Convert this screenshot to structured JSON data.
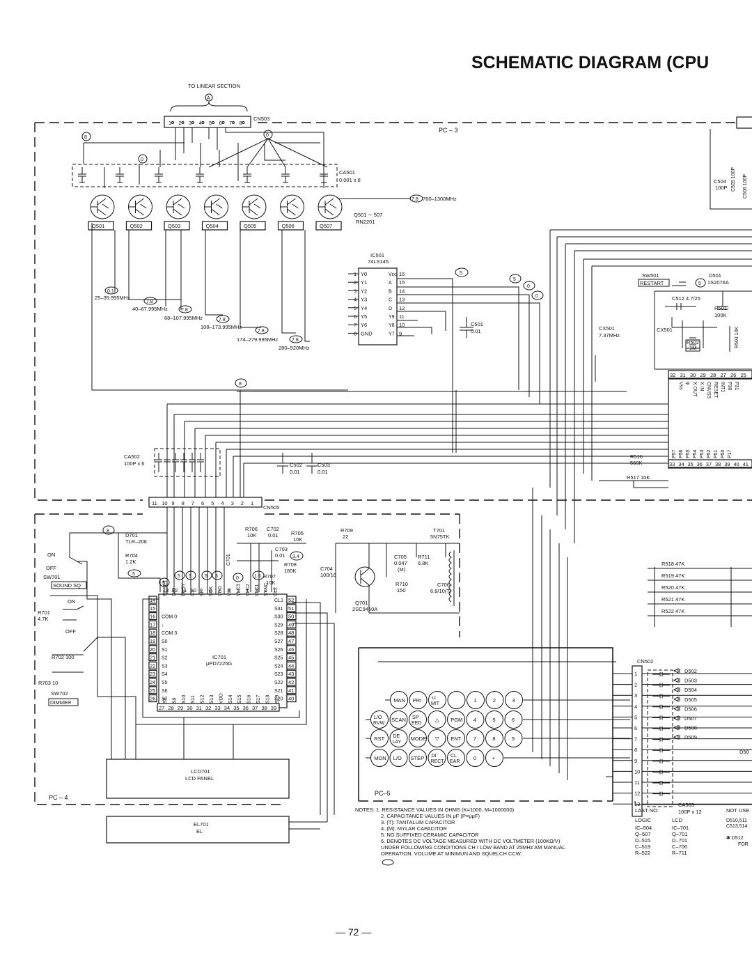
{
  "title": "SCHEMATIC DIAGRAM (CPU",
  "page_number": "— 72 —",
  "to_linear": "TO LINEAR SECTION",
  "boards": {
    "pc3": "PC – 3",
    "pc4": "PC – 4",
    "pc5": "PC–5"
  },
  "connectors": {
    "cn503": "CN503",
    "cn505": "CN505",
    "cn502": "CN502"
  },
  "bubbles": {
    "a": "A",
    "b8": "8",
    "b0": "0",
    "b5": "5",
    "b78": "7.8",
    "b01": "0.1",
    "b34": "3.4",
    "b16": "1.6"
  },
  "ca501": [
    "CA501",
    "0.001 x 8"
  ],
  "transistors": [
    "Q501",
    "Q502",
    "Q503",
    "Q504",
    "Q505",
    "Q506",
    "Q507"
  ],
  "q_type": [
    "Q501 ∼ 507",
    "RN2201"
  ],
  "freq_main": "760–1300MHz",
  "freqs": [
    "25–39.995MHz",
    "40–67.995MHz",
    "68–107.995MHz",
    "108–173.995MHz",
    "174–279.995MHz",
    "280–520MHz"
  ],
  "ic501": {
    "name": "IC501",
    "part": "74LS145",
    "left_pins": [
      "1",
      "2",
      "3",
      "4",
      "5",
      "6",
      "7",
      "8"
    ],
    "left_labels": [
      "Y0",
      "Y1",
      "Y2",
      "Y3",
      "Y4",
      "Y5",
      "Y6",
      "GND"
    ],
    "right_pins": [
      "16",
      "15",
      "14",
      "13",
      "12",
      "11",
      "10",
      "9"
    ],
    "right_labels": [
      "Vcc",
      "A",
      "B",
      "C",
      "D",
      "Y9",
      "Y8",
      "Y7"
    ]
  },
  "c501": [
    "C501",
    "0.01"
  ],
  "c504": [
    "C504",
    "100P"
  ],
  "c505": "C505 100P",
  "c506": "C506 100P",
  "sw501": [
    "SW501",
    "RESTART"
  ],
  "d501": [
    "D501",
    "1S2076A"
  ],
  "c512": "C512 4.7/25",
  "r501": [
    "R501",
    "100K"
  ],
  "cx501": [
    "CX501",
    "7.37MHz"
  ],
  "cx501b": "CX501",
  "r502": [
    "R502",
    "1M"
  ],
  "r503": "R503 10K",
  "cpu_top_pins": [
    "32",
    "31",
    "30",
    "29",
    "28",
    "27",
    "26",
    "25"
  ],
  "cpu_top_labels": [
    "Vss",
    "φ",
    "X OUT",
    "X IN",
    "CNVSS",
    "RESET",
    "INT1",
    "P30",
    "P31"
  ],
  "cpu_bot_labels": [
    "P57",
    "P56",
    "P55",
    "P54",
    "P53",
    "P52",
    "P51",
    "P50",
    "P17"
  ],
  "cpu_bot_pins": [
    "33",
    "34",
    "35",
    "36",
    "37",
    "38",
    "39",
    "40",
    "41"
  ],
  "r516": [
    "R516",
    "560K"
  ],
  "r517": "R517 10K",
  "ca502": [
    "CA502",
    "100P x 6"
  ],
  "c502": [
    "C502",
    "0.01"
  ],
  "c503": [
    "C503",
    "0.01"
  ],
  "cn503_pins": [
    "1",
    "2",
    "3",
    "4",
    "5",
    "6",
    "7",
    "8"
  ],
  "cn505_pins": [
    "11",
    "10",
    "9",
    "8",
    "7",
    "6",
    "5",
    "4",
    "3",
    "2",
    "1"
  ],
  "d701": [
    "D701",
    "TLR–208"
  ],
  "r704": [
    "R704",
    "1.2K"
  ],
  "on": "ON",
  "off": "OFF",
  "sw701": [
    "SW701",
    "SOUND SQ"
  ],
  "r701": [
    "R701",
    "4.7K"
  ],
  "r702": "R702 100",
  "r703": "R703 10",
  "sw702": [
    "SW702",
    "DIMMER"
  ],
  "r706": [
    "R706",
    "10K"
  ],
  "c702": [
    "C702",
    "0.01"
  ],
  "r705": [
    "R705",
    "10K"
  ],
  "c703": [
    "C703",
    "0.01"
  ],
  "r708": [
    "R708",
    "180K"
  ],
  "r707": [
    "R707",
    "10K"
  ],
  "c701": "C701",
  "ic701": {
    "name": "IC701",
    "part": "μPD7225G",
    "top_pins": [
      "13",
      "12",
      "11",
      "10",
      "9",
      "8",
      "7",
      "6",
      "5",
      "4",
      "3",
      "2",
      "1"
    ],
    "top_labels": [
      "RESET",
      "C/D",
      "BUSY",
      "CS",
      "SI",
      "SCK",
      "VDD",
      "Vss",
      "VLC3",
      "VLC2",
      "VLC1",
      "SYNC",
      "CL2"
    ],
    "left_pins": [
      "14",
      "15",
      "16",
      "17",
      "18",
      "19",
      "20",
      "21",
      "22",
      "23",
      "24",
      "25",
      "26"
    ],
    "left_labels": [
      "",
      "",
      "COM 0",
      "↓",
      "COM 3",
      "S0",
      "S1",
      "S2",
      "S3",
      "S4",
      "S5",
      "S6",
      "S7"
    ],
    "right_pins": [
      "52",
      "51",
      "50",
      "49",
      "48",
      "47",
      "46",
      "45",
      "44",
      "43",
      "42",
      "41",
      "40"
    ],
    "right_labels": [
      "CL1",
      "S31",
      "S30",
      "S29",
      "S28",
      "S27",
      "S26",
      "S25",
      "S24",
      "S23",
      "S22",
      "S21",
      "S20"
    ],
    "bottom_pins": [
      "27",
      "28",
      "29",
      "30",
      "31",
      "32",
      "33",
      "34",
      "35",
      "36",
      "37",
      "38",
      "39"
    ],
    "bottom_labels": [
      "S8",
      "S9",
      "S10",
      "S11",
      "S12",
      "S13",
      "VDD",
      "S14",
      "S15",
      "S16",
      "S17",
      "S18",
      "S19"
    ]
  },
  "r709": [
    "R709",
    "22"
  ],
  "t701": [
    "T701",
    "5N75TK"
  ],
  "c704": [
    "C704",
    "100/16"
  ],
  "c705": [
    "C705",
    "0.047",
    "(M)"
  ],
  "r711": [
    "R711",
    "6.8K"
  ],
  "r710": [
    "R710",
    "150"
  ],
  "c706": [
    "C706",
    "6.8/10(T)"
  ],
  "q701": [
    "Q701",
    "2SC9450A"
  ],
  "lcd701": [
    "LCD701",
    "LCD PANEL"
  ],
  "el701": [
    "EL701",
    "EL"
  ],
  "r_pull": [
    "R518  47K",
    "R519  47K",
    "R520  47K",
    "R521  47K",
    "R522  47K"
  ],
  "cn502_pins": [
    "1",
    "2",
    "3",
    "4",
    "5",
    "6",
    "7",
    "8",
    "9",
    "10",
    "11",
    "12",
    "13"
  ],
  "diodes": [
    "D502",
    "D503",
    "D504",
    "D505",
    "D506",
    "D507",
    "D508",
    "D509"
  ],
  "ca503": [
    "CA503",
    "100P x 12"
  ],
  "d50x": "D50",
  "keys": [
    [
      {
        "l1": "MAN",
        "l2": ""
      },
      {
        "l1": "PRI",
        "l2": ""
      },
      {
        "l1": "LI",
        "l2": "MIT"
      },
      {
        "l1": "",
        "l2": ""
      },
      {
        "l1": "1",
        "l2": ""
      },
      {
        "l1": "2",
        "l2": ""
      },
      {
        "l1": "3",
        "l2": ""
      }
    ],
    [
      {
        "l1": "L/O",
        "l2": "RVW"
      },
      {
        "l1": "SCAN",
        "l2": ""
      },
      {
        "l1": "SP",
        "l2": "EED"
      },
      {
        "l1": "△",
        "l2": ""
      },
      {
        "l1": "PGM",
        "l2": ""
      },
      {
        "l1": "4",
        "l2": ""
      },
      {
        "l1": "5",
        "l2": ""
      },
      {
        "l1": "6",
        "l2": ""
      }
    ],
    [
      {
        "l1": "RST",
        "l2": ""
      },
      {
        "l1": "DE",
        "l2": "LAY"
      },
      {
        "l1": "MODE",
        "l2": ""
      },
      {
        "l1": "▽",
        "l2": ""
      },
      {
        "l1": "ENT",
        "l2": ""
      },
      {
        "l1": "7",
        "l2": ""
      },
      {
        "l1": "8",
        "l2": ""
      },
      {
        "l1": "9",
        "l2": ""
      }
    ],
    [
      {
        "l1": "MON",
        "l2": ""
      },
      {
        "l1": "L/O",
        "l2": ""
      },
      {
        "l1": "STEP",
        "l2": ""
      },
      {
        "l1": "DI",
        "l2": "RECT"
      },
      {
        "l1": "CL",
        "l2": "EAR"
      },
      {
        "l1": "0",
        "l2": ""
      },
      {
        "l1": "•",
        "l2": ""
      }
    ]
  ],
  "notes": [
    "NOTES:  1. RESISTANCE VALUES IN OHMS (K=1000, M=1000000)",
    "2. CAPACITANCE VALUES IN μF (P=μμF)",
    "3. (T): TANTALUM CAPACITOR",
    "4. (M): MYLAR CAPACITOR",
    "5. NO SUFFIXED CERAMIC CAPACITOR",
    "6.        DENOTES DC VOLTAGE MEASURED WITH DC VOLTMETER (100KΩ/V)",
    "UNDER FOLLOWING CONDITIONS CH I LOW BAND AT 25MHz AM MANUAL",
    "OPERATION. VOLUME AT MINIMUN AND SQUELCH CCW."
  ],
  "last_no": {
    "head": "LAST NO.",
    "logic": "LOGIC",
    "lcd": "LCD",
    "rows": [
      [
        "IC–504",
        "IC–701"
      ],
      [
        "Q–507",
        "Q–701"
      ],
      [
        "D–515",
        "D–701"
      ],
      [
        "C–519",
        "C–706"
      ],
      [
        "R–522",
        "R–711"
      ]
    ]
  },
  "not_used": [
    "NOT USE",
    "D510,511",
    "C513,514",
    "✱ D512",
    "FOR"
  ]
}
